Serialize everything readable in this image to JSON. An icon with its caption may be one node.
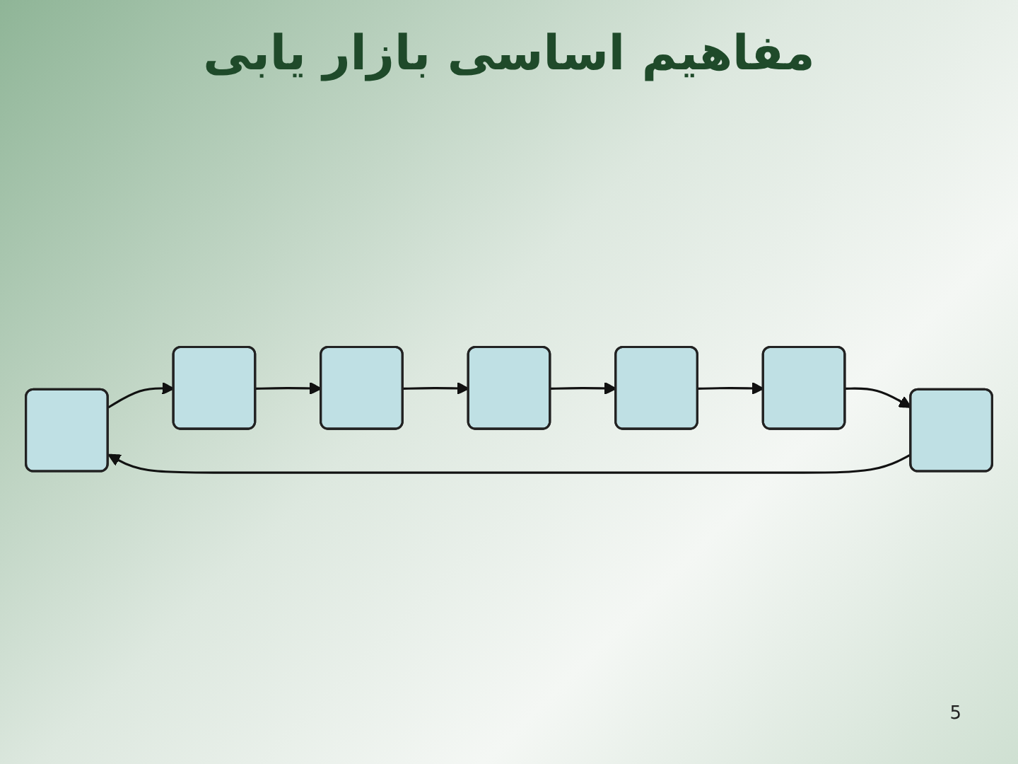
{
  "diagram": {
    "title": "مفاهیم اساسی بازار یابی",
    "nodes": [
      {
        "text": [],
        "shape": "box"
      },
      {
        "text": [],
        "shape": "box"
      },
      {
        "text": [],
        "shape": "box"
      },
      {
        "text": [],
        "shape": "box"
      },
      {
        "text": [],
        "shape": "box"
      },
      {
        "text": [],
        "shape": "box"
      },
      {
        "text": [],
        "shape": "box"
      }
    ],
    "edges": [
      {
        "from": 0,
        "to": 1,
        "arrow": "to"
      },
      {
        "from": 1,
        "to": 2,
        "arrow": "to"
      },
      {
        "from": 2,
        "to": 3,
        "arrow": "to"
      },
      {
        "from": 3,
        "to": 4,
        "arrow": "to"
      },
      {
        "from": 4,
        "to": 5,
        "arrow": "to"
      },
      {
        "from": 5,
        "to": 6,
        "arrow": "to"
      },
      {
        "from": 6,
        "to": 0,
        "arrow": "to"
      }
    ],
    "labels": [
      "5"
    ]
  }
}
